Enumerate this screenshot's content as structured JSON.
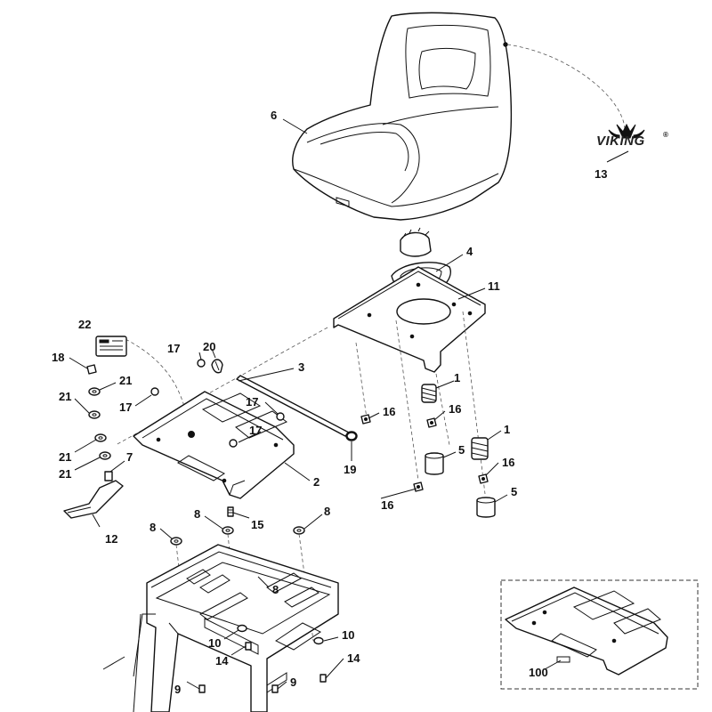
{
  "brand": {
    "logo_text": "VIKING",
    "registered_mark": "®"
  },
  "callouts": {
    "c1a": "1",
    "c1b": "1",
    "c2": "2",
    "c3": "3",
    "c4": "4",
    "c5a": "5",
    "c5b": "5",
    "c6": "6",
    "c7": "7",
    "c8a": "8",
    "c8b": "8",
    "c8c": "8",
    "c8d": "8",
    "c9a": "9",
    "c9b": "9",
    "c10a": "10",
    "c10b": "10",
    "c11": "11",
    "c12": "12",
    "c13": "13",
    "c14a": "14",
    "c14b": "14",
    "c15": "15",
    "c16a": "16",
    "c16b": "16",
    "c16c": "16",
    "c16d": "16",
    "c17a": "17",
    "c17b": "17",
    "c17c": "17",
    "c17d": "17",
    "c18": "18",
    "c19": "19",
    "c20": "20",
    "c21a": "21",
    "c21b": "21",
    "c21c": "21",
    "c21d": "21",
    "c22": "22",
    "c100": "100"
  }
}
